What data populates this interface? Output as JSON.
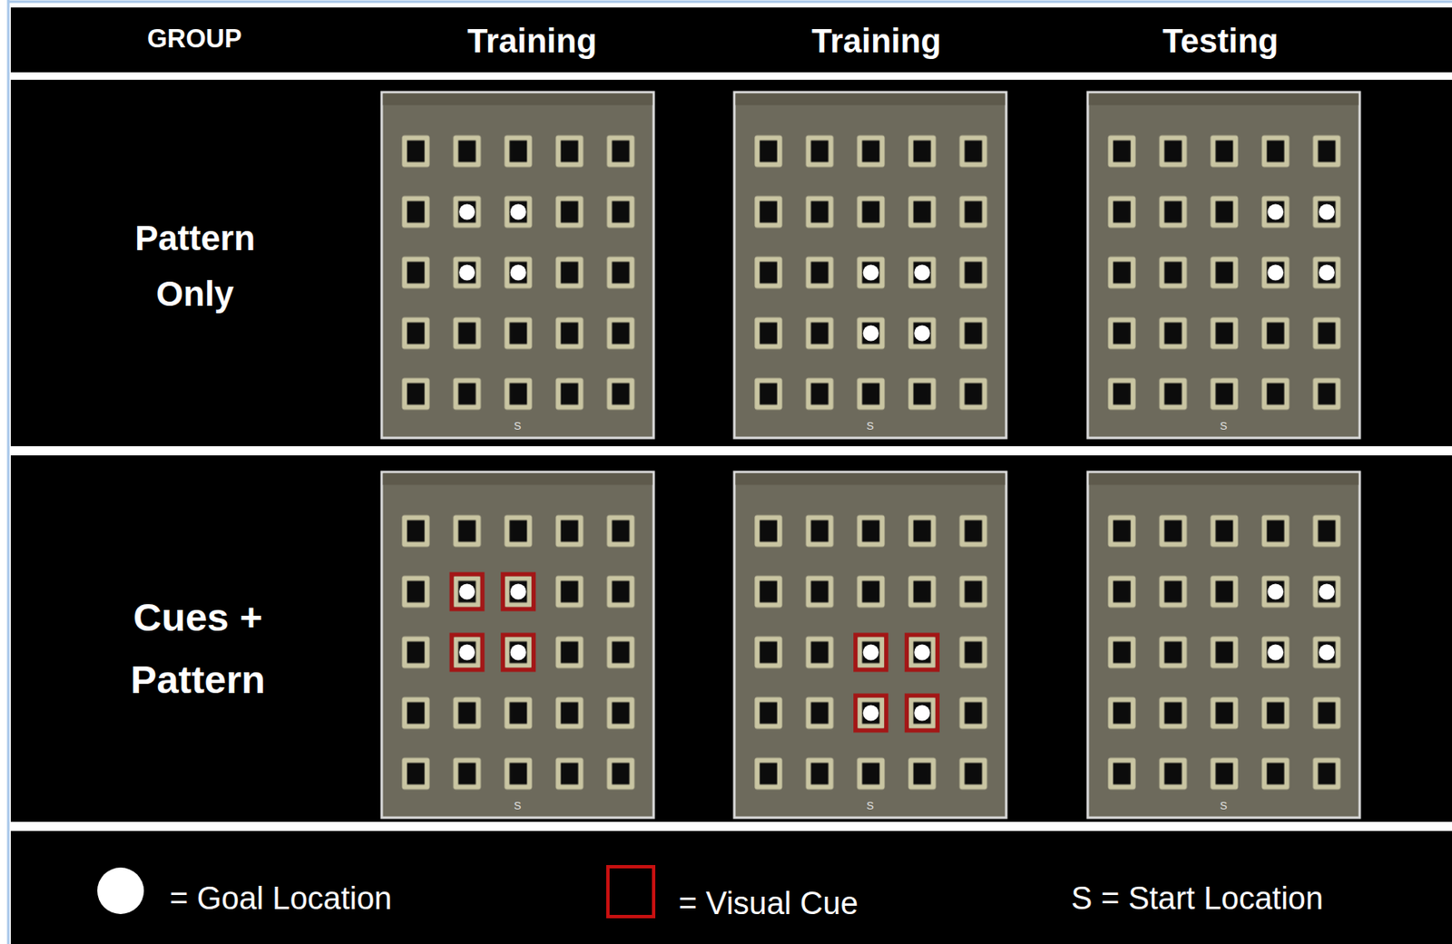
{
  "diagram": {
    "nodes": [
      {
        "text": [
          "GROUP",
          "Training",
          "Training",
          "Testing"
        ]
      },
      {
        "text": [
          "Pattern Only"
        ]
      },
      {
        "text": [
          "Cues + Pattern"
        ]
      }
    ],
    "labels": [
      "S",
      "S",
      "S",
      "S",
      "S",
      "S"
    ],
    "legend": [
      {
        "text": "= Goal Location"
      },
      {
        "text": "= Visual Cue"
      },
      {
        "text": "S = Start Location"
      }
    ]
  }
}
